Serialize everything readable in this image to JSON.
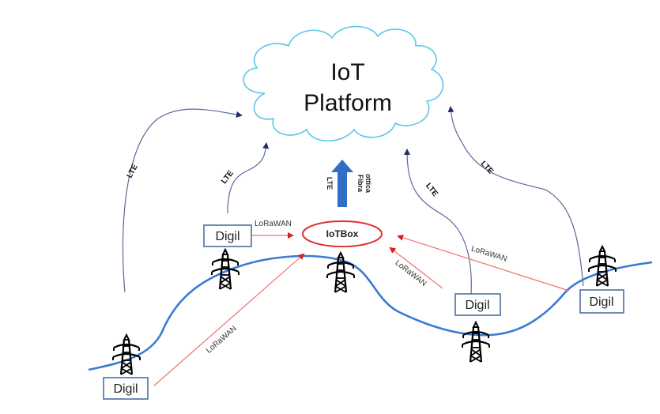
{
  "diagram": {
    "platform": {
      "line1": "IoT",
      "line2": "Platform"
    },
    "gateway": {
      "label": "IoTBox"
    },
    "uplink": {
      "left_label": "LTE",
      "right_label_line1": "Fibra",
      "right_label_line2": "ottica"
    },
    "devices": [
      {
        "label": "Digil"
      },
      {
        "label": "Digil"
      },
      {
        "label": "Digil"
      },
      {
        "label": "Digil"
      }
    ],
    "lte_links": [
      {
        "label": "LTE"
      },
      {
        "label": "LTE"
      },
      {
        "label": "LTE"
      },
      {
        "label": "LTE"
      }
    ],
    "lorawan_links": [
      {
        "label": "LoRaWAN"
      },
      {
        "label": "LoRaWAN"
      },
      {
        "label": "LoRaWAN"
      },
      {
        "label": "LoRaWAN"
      }
    ],
    "colors": {
      "cloud": "#5bc8e8",
      "lte_line": "#3d4f7e",
      "lorawan_line": "#f07070",
      "gateway": "#e03030",
      "ground_line": "#3a7bd5",
      "fiber_arrow": "#2f6fc6",
      "digil_box": "#4a6fa5"
    }
  }
}
